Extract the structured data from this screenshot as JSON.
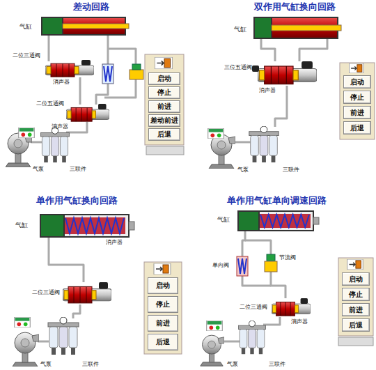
{
  "diagram": {
    "nodes": [
      {
        "text": [
          "启动"
        ]
      },
      {
        "text": [
          "停止"
        ]
      },
      {
        "text": [
          "前进"
        ]
      },
      {
        "text": [
          "差动前进"
        ]
      },
      {
        "text": [
          "后退"
        ]
      },
      {
        "text": [
          "启动"
        ]
      },
      {
        "text": [
          "停止"
        ]
      },
      {
        "text": [
          "前进"
        ]
      },
      {
        "text": [
          "后退"
        ]
      },
      {
        "text": [
          "启动"
        ]
      },
      {
        "text": [
          "停止"
        ]
      },
      {
        "text": [
          "前进"
        ]
      },
      {
        "text": [
          "后退"
        ]
      },
      {
        "text": [
          "启动"
        ]
      },
      {
        "text": [
          "停止"
        ]
      },
      {
        "text": [
          "前进"
        ]
      },
      {
        "text": [
          "后退"
        ]
      }
    ],
    "labels": [
      "差动回路",
      "气缸",
      "二位三通阀",
      "消声器",
      "二位五通阀",
      "消声器",
      "气泵",
      "三联件",
      "双作用气缸换向回路",
      "气缸",
      "三位五通阀",
      "消声器",
      "气泵",
      "三联件",
      "单作用气缸换向回路",
      "气缸",
      "消声器",
      "二位三通阀",
      "气泵",
      "三联件",
      "单作用气缸单向调速回路",
      "气缸",
      "单向阀",
      "节流阀",
      "消声器",
      "二位三通阀",
      "气泵",
      "三联件"
    ]
  }
}
